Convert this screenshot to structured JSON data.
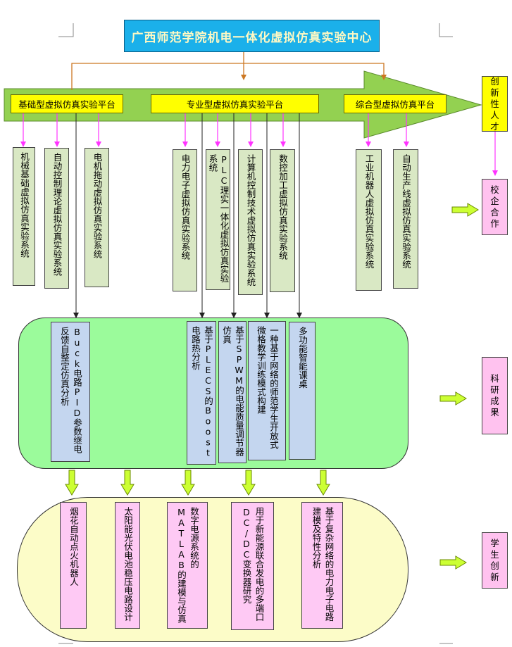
{
  "title": "广西师范学院机电一体化虚拟仿真实验中心",
  "platforms": [
    {
      "label": "基础型虚拟仿真实验平台"
    },
    {
      "label": "专业型虚拟仿真实验平台"
    },
    {
      "label": "综合型虚拟仿真平台"
    }
  ],
  "systems": [
    {
      "label": "机械基础虚拟仿真实验系统"
    },
    {
      "label": "自动控制理论虚拟仿真实验系统"
    },
    {
      "label": "电机拖动虚拟仿真实验系统"
    },
    {
      "label": "电力电子虚拟仿真实验系统"
    },
    {
      "label": "PLC理实一体化虚拟仿真实验系统"
    },
    {
      "label": "计算机控制技术虚拟仿真实验系统"
    },
    {
      "label": "数控加工虚拟仿真实验系统"
    },
    {
      "label": "工业机器人虚拟仿真实验系统"
    },
    {
      "label": "自动生产线虚拟仿真实验系统"
    }
  ],
  "research": [
    {
      "label": "Buck电路PID参数继电反馈自整定仿真分析"
    },
    {
      "label": "基于PLECS的Boost电路热分析"
    },
    {
      "label": "基于SPWM的电能质量调节器仿真"
    },
    {
      "label": "一种基于网络的师范学生开放式微格教学训练模式构建"
    },
    {
      "label": "多功能智能课桌"
    }
  ],
  "student_works": [
    {
      "label": "烟花自动点火机器人"
    },
    {
      "label": "太阳能光伏电池稳压电路设计"
    },
    {
      "label": "数字电源系统的MATLAB的建模与仿真"
    },
    {
      "label": "用于新能源联合发电的多端口DC/DC变换器研究"
    },
    {
      "label": "基于复杂网络的电力电子电路建模及特性分析"
    }
  ],
  "side": {
    "innovation": "创新性人才",
    "school_enterprise": "校企合作",
    "research_results": "科研成果",
    "student_innovation": "学生创新"
  },
  "colors": {
    "title_bg": "#1bb0ea",
    "arrow_green": "#93d151",
    "platform_yellow": "#ffff00",
    "system_box": "#d9e8c4",
    "research_box": "#c4d6ef",
    "student_box": "#fec9f4",
    "green_panel": "#9bfb9b",
    "yellow_panel": "#fcfcc8",
    "connector_orange": "#cc7722",
    "connector_magenta": "#ff33ff"
  }
}
